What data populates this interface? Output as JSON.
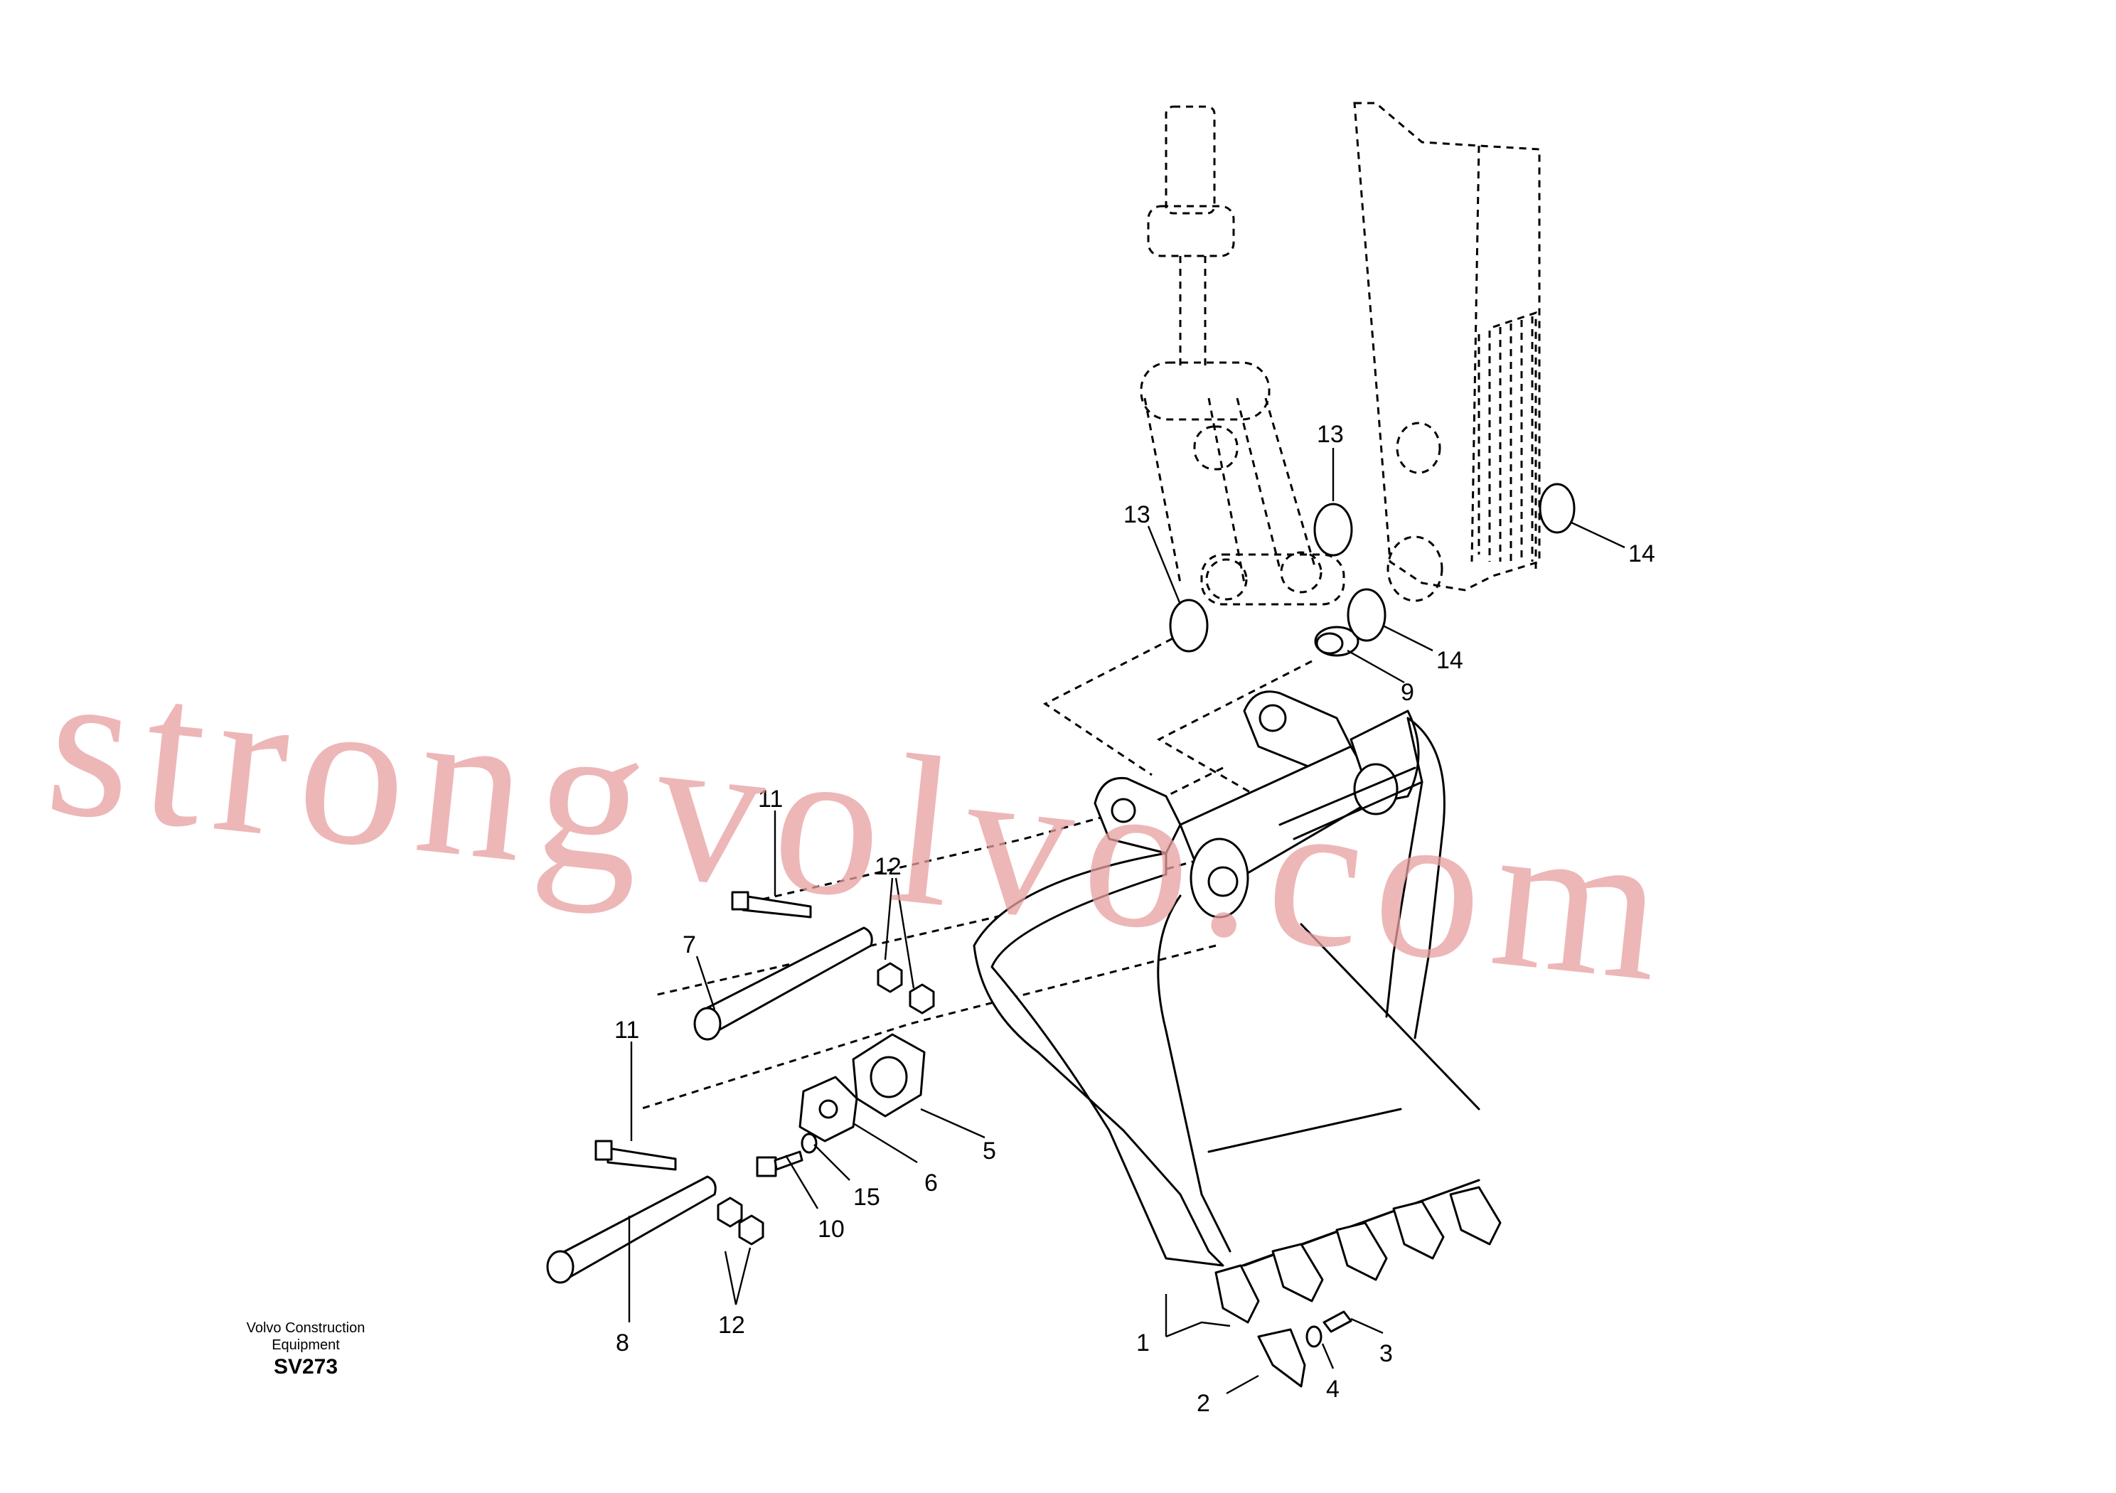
{
  "drawing": {
    "caption_line1": "Volvo Construction",
    "caption_line2": "Equipment",
    "code": "SV273",
    "watermark": "strongvolvo.com"
  },
  "callouts": [
    {
      "id": "c1",
      "text": "1"
    },
    {
      "id": "c2",
      "text": "2"
    },
    {
      "id": "c3",
      "text": "3"
    },
    {
      "id": "c4",
      "text": "4"
    },
    {
      "id": "c5",
      "text": "5"
    },
    {
      "id": "c6",
      "text": "6"
    },
    {
      "id": "c7",
      "text": "7"
    },
    {
      "id": "c8",
      "text": "8"
    },
    {
      "id": "c9",
      "text": "9"
    },
    {
      "id": "c10",
      "text": "10"
    },
    {
      "id": "c11a",
      "text": "11"
    },
    {
      "id": "c11b",
      "text": "11"
    },
    {
      "id": "c12a",
      "text": "12"
    },
    {
      "id": "c12b",
      "text": "12"
    },
    {
      "id": "c13a",
      "text": "13"
    },
    {
      "id": "c13b",
      "text": "13"
    },
    {
      "id": "c14a",
      "text": "14"
    },
    {
      "id": "c14b",
      "text": "14"
    },
    {
      "id": "c15",
      "text": "15"
    }
  ]
}
